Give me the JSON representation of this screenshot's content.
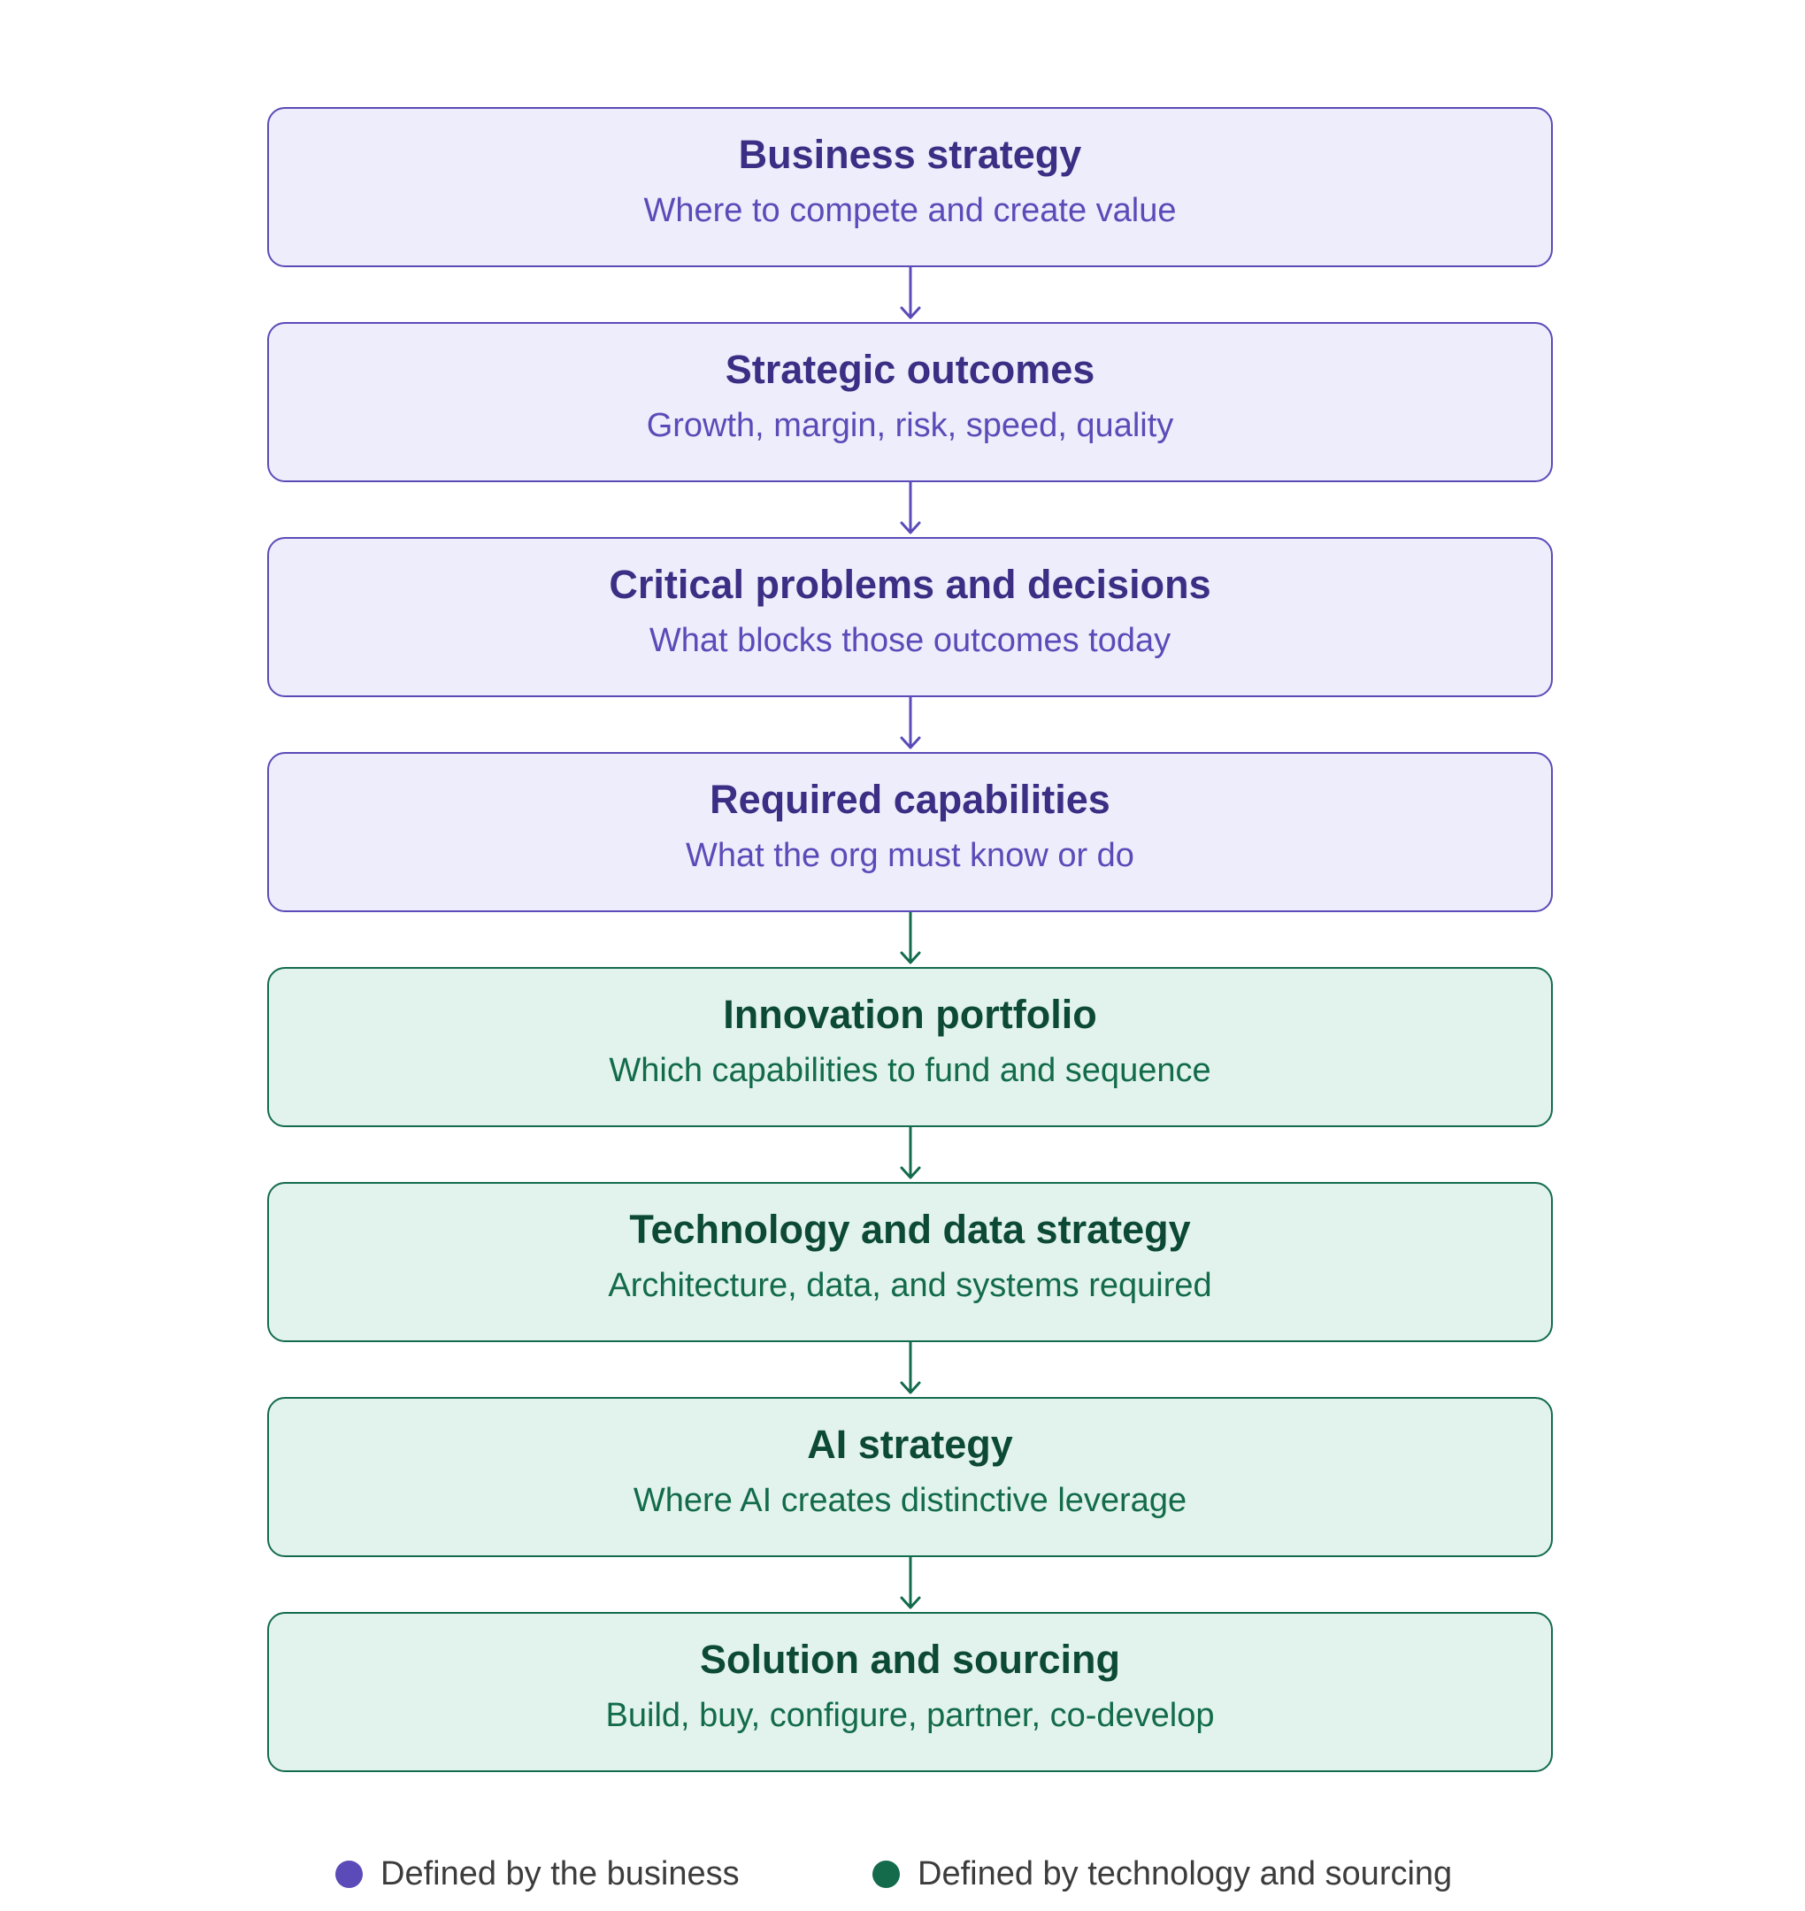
{
  "colors": {
    "business_accent": "#5a4bb8",
    "business_fill": "#eeedfb",
    "business_title": "#3b2e84",
    "technology_accent": "#136b4c",
    "technology_fill": "#e1f3ec",
    "technology_title": "#0d4a36"
  },
  "steps": [
    {
      "title": "Business strategy",
      "subtitle": "Where to compete and create value",
      "group": "business"
    },
    {
      "title": "Strategic outcomes",
      "subtitle": "Growth, margin, risk, speed, quality",
      "group": "business"
    },
    {
      "title": "Critical problems and decisions",
      "subtitle": "What blocks those outcomes today",
      "group": "business"
    },
    {
      "title": "Required capabilities",
      "subtitle": "What the org must know or do",
      "group": "business"
    },
    {
      "title": "Innovation portfolio",
      "subtitle": "Which capabilities to fund and sequence",
      "group": "technology"
    },
    {
      "title": "Technology and data strategy",
      "subtitle": "Architecture, data, and systems required",
      "group": "technology"
    },
    {
      "title": "AI strategy",
      "subtitle": "Where AI creates distinctive leverage",
      "group": "technology"
    },
    {
      "title": "Solution and sourcing",
      "subtitle": "Build, buy, configure, partner, co-develop",
      "group": "technology"
    }
  ],
  "legend": {
    "business": "Defined by the business",
    "technology": "Defined by technology and sourcing"
  }
}
